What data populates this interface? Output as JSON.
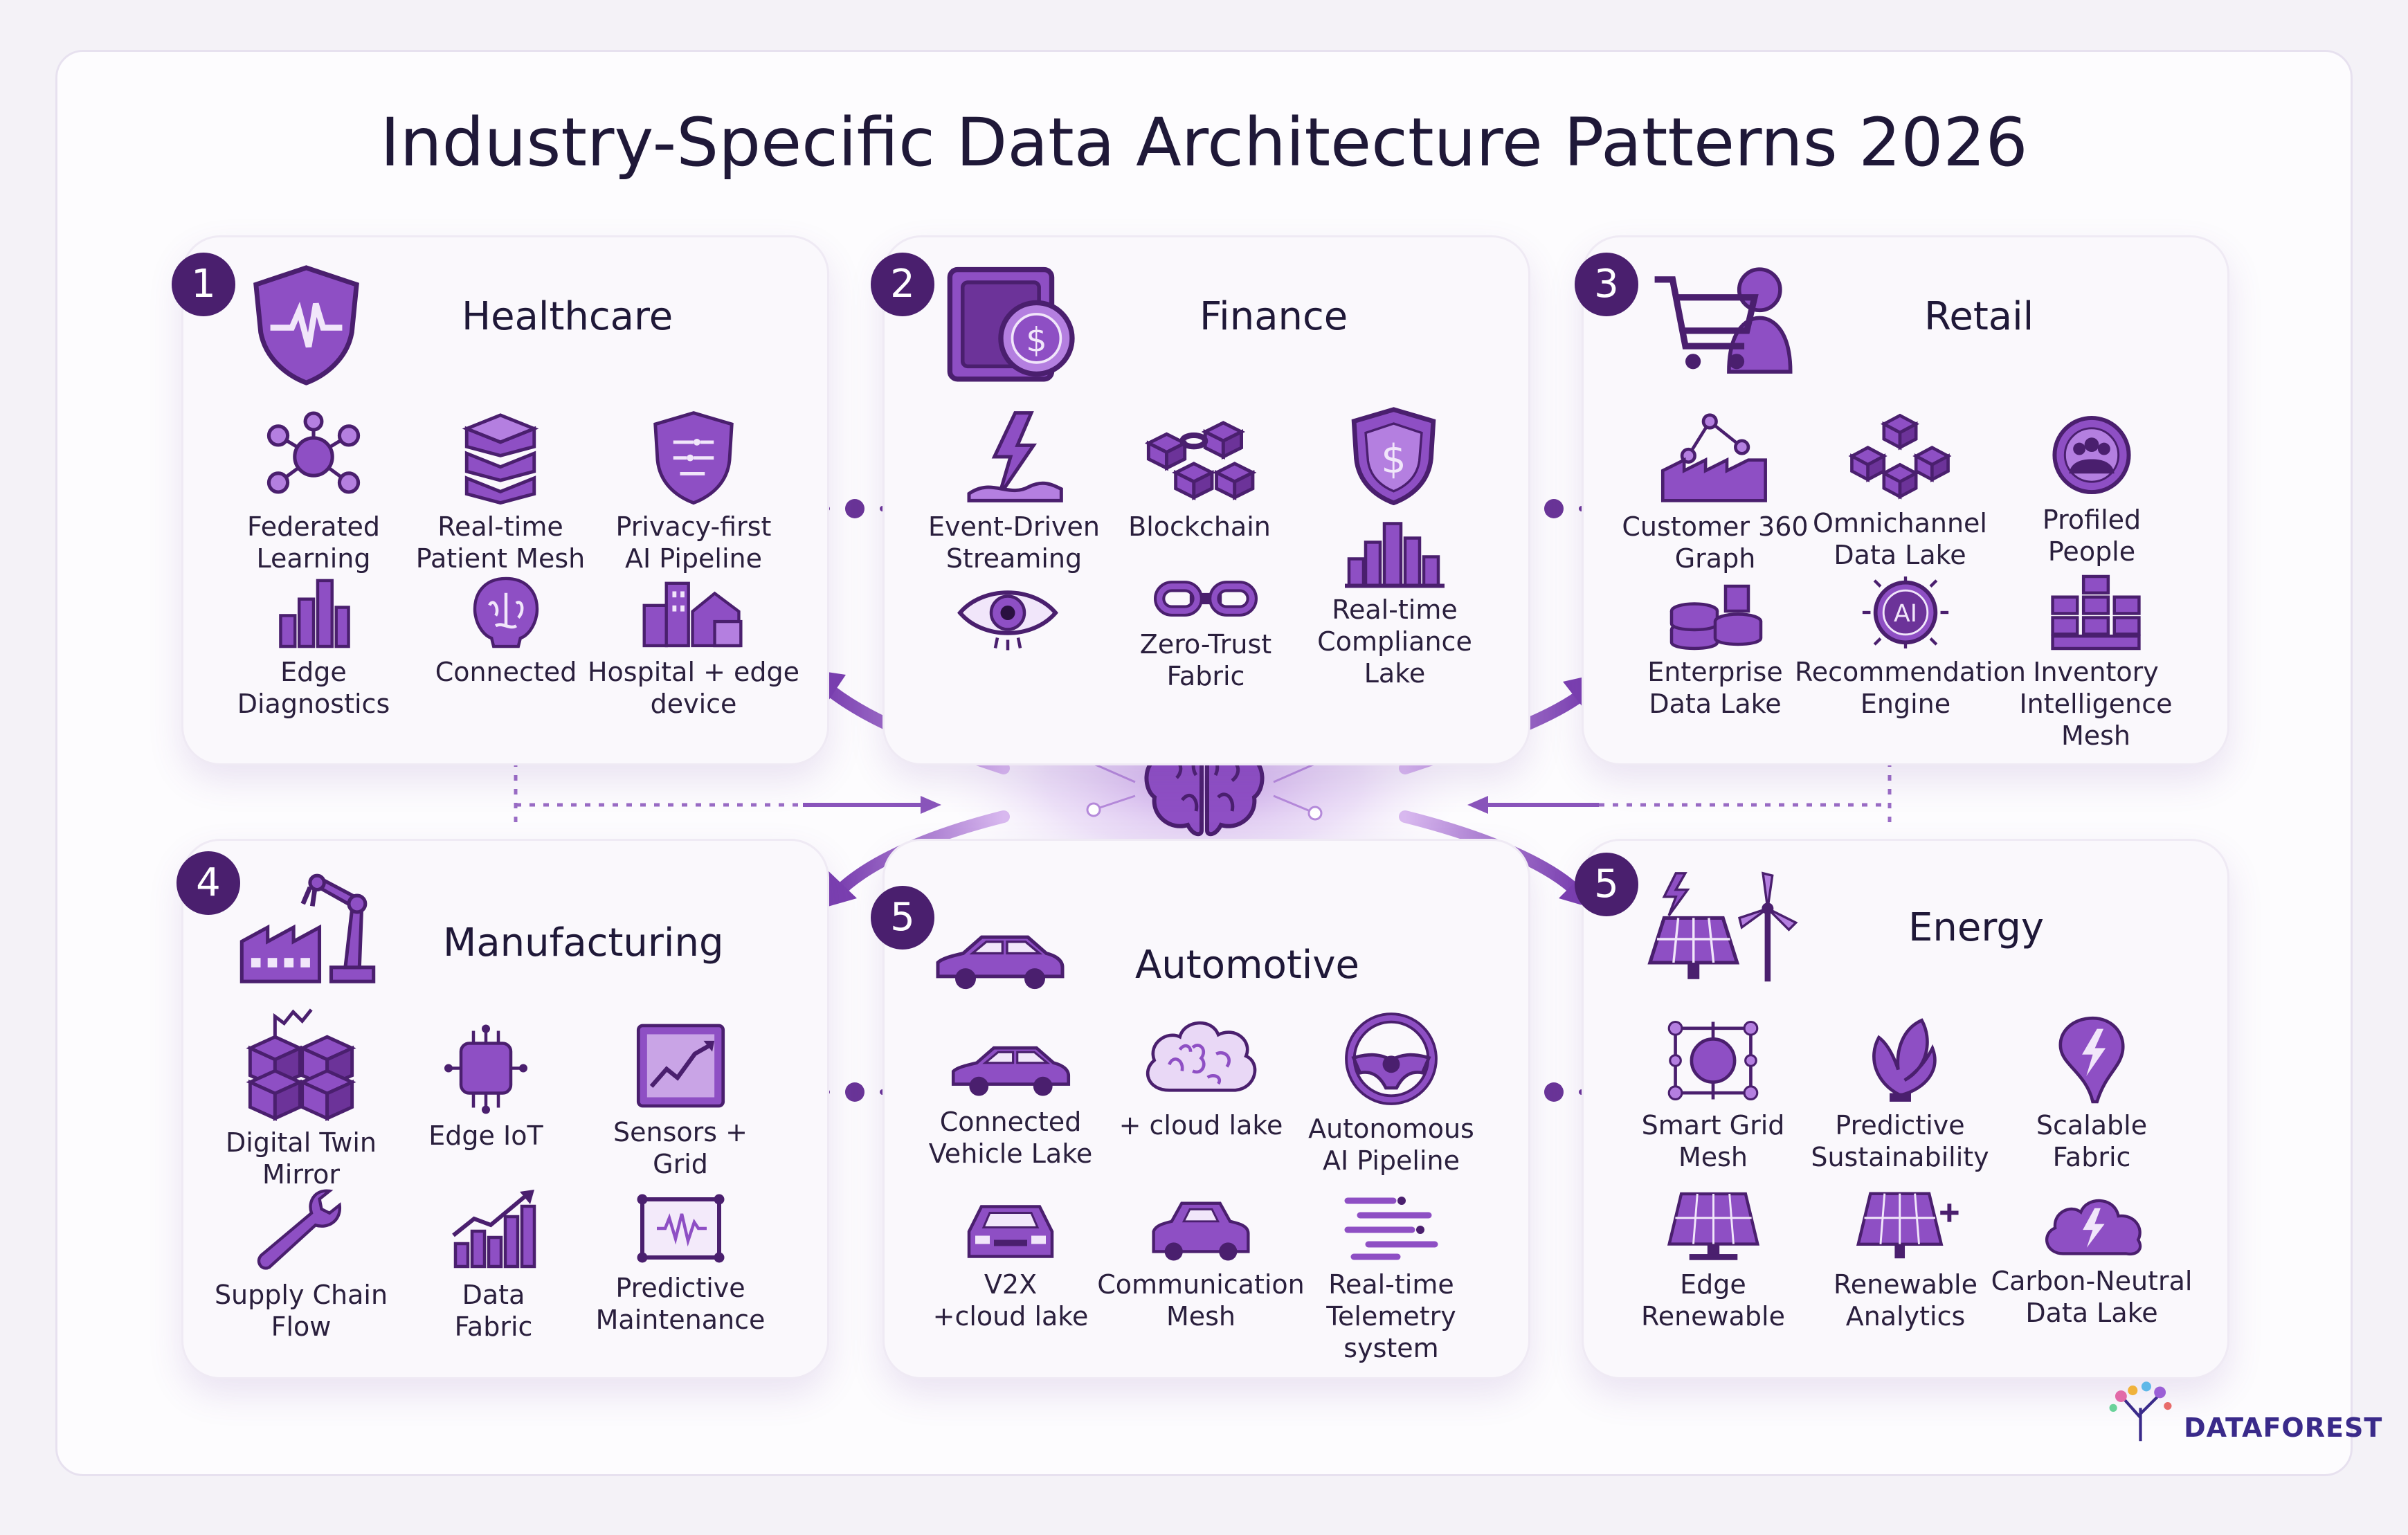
{
  "title": "Industry-Specific Data Architecture Patterns 2026",
  "brand": "DATAFOREST",
  "colors": {
    "primary": "#7a3fb0",
    "dark": "#4a1f6e",
    "light": "#c9a4e6"
  },
  "cards": {
    "healthcare": {
      "number": "1",
      "title": "Healthcare",
      "icon": "shield-heartbeat-icon",
      "items": [
        {
          "label": "Federated\nLearning",
          "icon": "network-nodes-icon"
        },
        {
          "label": "Real-time\nPatient Mesh",
          "icon": "stacked-layers-icon"
        },
        {
          "label": "Privacy-first\nAI Pipeline",
          "icon": "shield-circuit-icon"
        },
        {
          "label": "Edge\nDiagnostics",
          "icon": "bar-chart-icon"
        },
        {
          "label": "Connected",
          "icon": "brain-head-icon"
        },
        {
          "label": "Hospital + edge\ndevice",
          "icon": "hospital-building-icon"
        }
      ]
    },
    "finance": {
      "number": "2",
      "title": "Finance",
      "icon": "safe-coin-icon",
      "items": [
        {
          "label": "Event-Driven\nStreaming",
          "icon": "lightning-wave-icon"
        },
        {
          "label": "Blockchain",
          "icon": "chain-blocks-icon"
        },
        {
          "label": "",
          "icon": "shield-dollar-icon"
        },
        {
          "label": "",
          "icon": "eye-icon"
        },
        {
          "label": "Zero-Trust\nFabric",
          "icon": "link-chain-icon"
        },
        {
          "label": "Real-time\nCompliance\nLake",
          "icon": "building-bars-icon"
        }
      ]
    },
    "retail": {
      "number": "3",
      "title": "Retail",
      "icon": "cart-person-icon",
      "items": [
        {
          "label": "Customer 360\nGraph",
          "icon": "factory-graph-icon"
        },
        {
          "label": "Omnichannel\nData Lake",
          "icon": "cube-network-icon"
        },
        {
          "label": "Profiled\nPeople",
          "icon": "globe-people-icon"
        },
        {
          "label": "Enterprise\nData Lake",
          "icon": "database-stack-icon"
        },
        {
          "label": "Recommendation\nEngine",
          "icon": "ai-chip-icon"
        },
        {
          "label": "Inventory\nIntelligence Mesh",
          "icon": "box-grid-icon"
        }
      ]
    },
    "manufacturing": {
      "number": "4",
      "title": "Manufacturing",
      "icon": "robot-factory-icon",
      "items": [
        {
          "label": "Digital Twin\nMirror",
          "icon": "twin-cubes-icon"
        },
        {
          "label": "Edge IoT",
          "icon": "microchip-icon"
        },
        {
          "label": "Sensors +\nGrid",
          "icon": "sensor-chart-icon"
        },
        {
          "label": "Supply Chain\nFlow",
          "icon": "wrench-icon"
        },
        {
          "label": "Data\nFabric",
          "icon": "growth-chart-icon"
        },
        {
          "label": "Predictive\nMaintenance",
          "icon": "waveform-monitor-icon"
        }
      ]
    },
    "automotive": {
      "number": "5",
      "title": "Automotive",
      "icon": "car-icon",
      "items": [
        {
          "label": "Connected\nVehicle Lake",
          "icon": "sedan-icon"
        },
        {
          "label": "+ cloud lake",
          "icon": "brain-cloud-icon"
        },
        {
          "label": "Autonomous\nAI Pipeline",
          "icon": "steering-wheel-icon"
        },
        {
          "label": "V2X\n+cloud lake",
          "icon": "car-front-icon"
        },
        {
          "label": "Communication\nMesh",
          "icon": "compact-car-icon"
        },
        {
          "label": "Real-time\nTelemetry system",
          "icon": "speed-lines-icon"
        }
      ]
    },
    "energy": {
      "number": "5",
      "title": "Energy",
      "icon": "solar-wind-icon",
      "items": [
        {
          "label": "Smart Grid\nMesh",
          "icon": "grid-mesh-icon"
        },
        {
          "label": "Predictive\nSustainability",
          "icon": "leaf-icon"
        },
        {
          "label": "Scalable\nFabric",
          "icon": "lightning-drop-icon"
        },
        {
          "label": "Edge\nRenewable",
          "icon": "solar-panel-icon"
        },
        {
          "label": "Renewable\nAnalytics",
          "icon": "solar-plus-icon"
        },
        {
          "label": "Carbon-Neutral\nData Lake",
          "icon": "cloud-bolt-icon"
        }
      ]
    }
  }
}
